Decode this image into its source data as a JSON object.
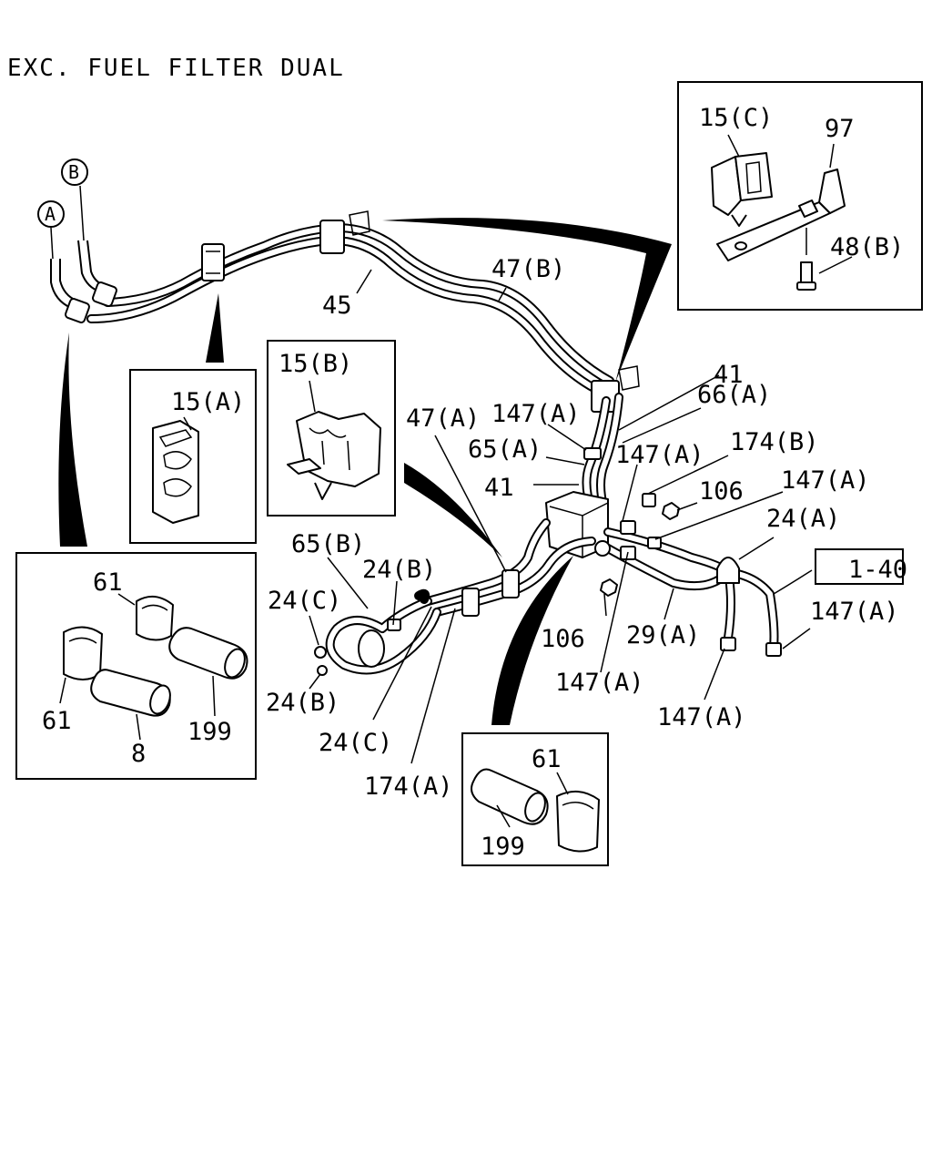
{
  "title": "EXC. FUEL FILTER DUAL",
  "markers": {
    "a": "A",
    "b": "B"
  },
  "ref_box": "1-40",
  "labels": {
    "p15c": "15(C)",
    "p97": "97",
    "p48b": "48(B)",
    "p47b": "47(B)",
    "p45": "45",
    "p41_top": "41",
    "p66a": "66(A)",
    "p147a_1": "147(A)",
    "p47a": "47(A)",
    "p65a": "65(A)",
    "p41_mid": "41",
    "p147a_2": "147(A)",
    "p174b": "174(B)",
    "p106_top": "106",
    "p147a_3": "147(A)",
    "p24a": "24(A)",
    "p15a": "15(A)",
    "p15b": "15(B)",
    "p65b": "65(B)",
    "p24b_top": "24(B)",
    "p24c_left": "24(C)",
    "p24b_bottom": "24(B)",
    "p24c_bottom": "24(C)",
    "p174a": "174(A)",
    "p106_bottom": "106",
    "p29a": "29(A)",
    "p147a_4": "147(A)",
    "p147a_5": "147(A)",
    "p147a_6": "147(A)",
    "p61_a": "61",
    "p61_b": "61",
    "p8": "8",
    "p199_a": "199",
    "p61_c": "61",
    "p199_b": "199"
  }
}
